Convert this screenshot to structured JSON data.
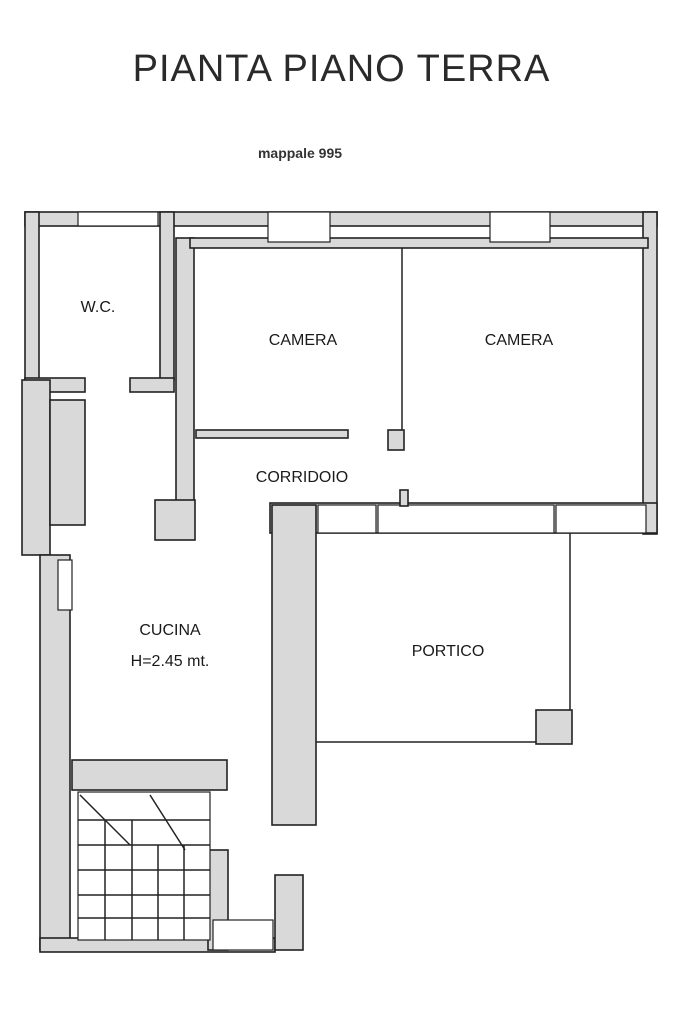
{
  "title": "PIANTA PIANO TERRA",
  "subtitle": "mappale 995",
  "rooms": {
    "wc": "W.C.",
    "camera_1": "CAMERA",
    "camera_2": "CAMERA",
    "corridoio": "CORRIDOIO",
    "cucina": "CUCINA",
    "cucina_height": "H=2.45 mt.",
    "portico": "PORTICO"
  }
}
